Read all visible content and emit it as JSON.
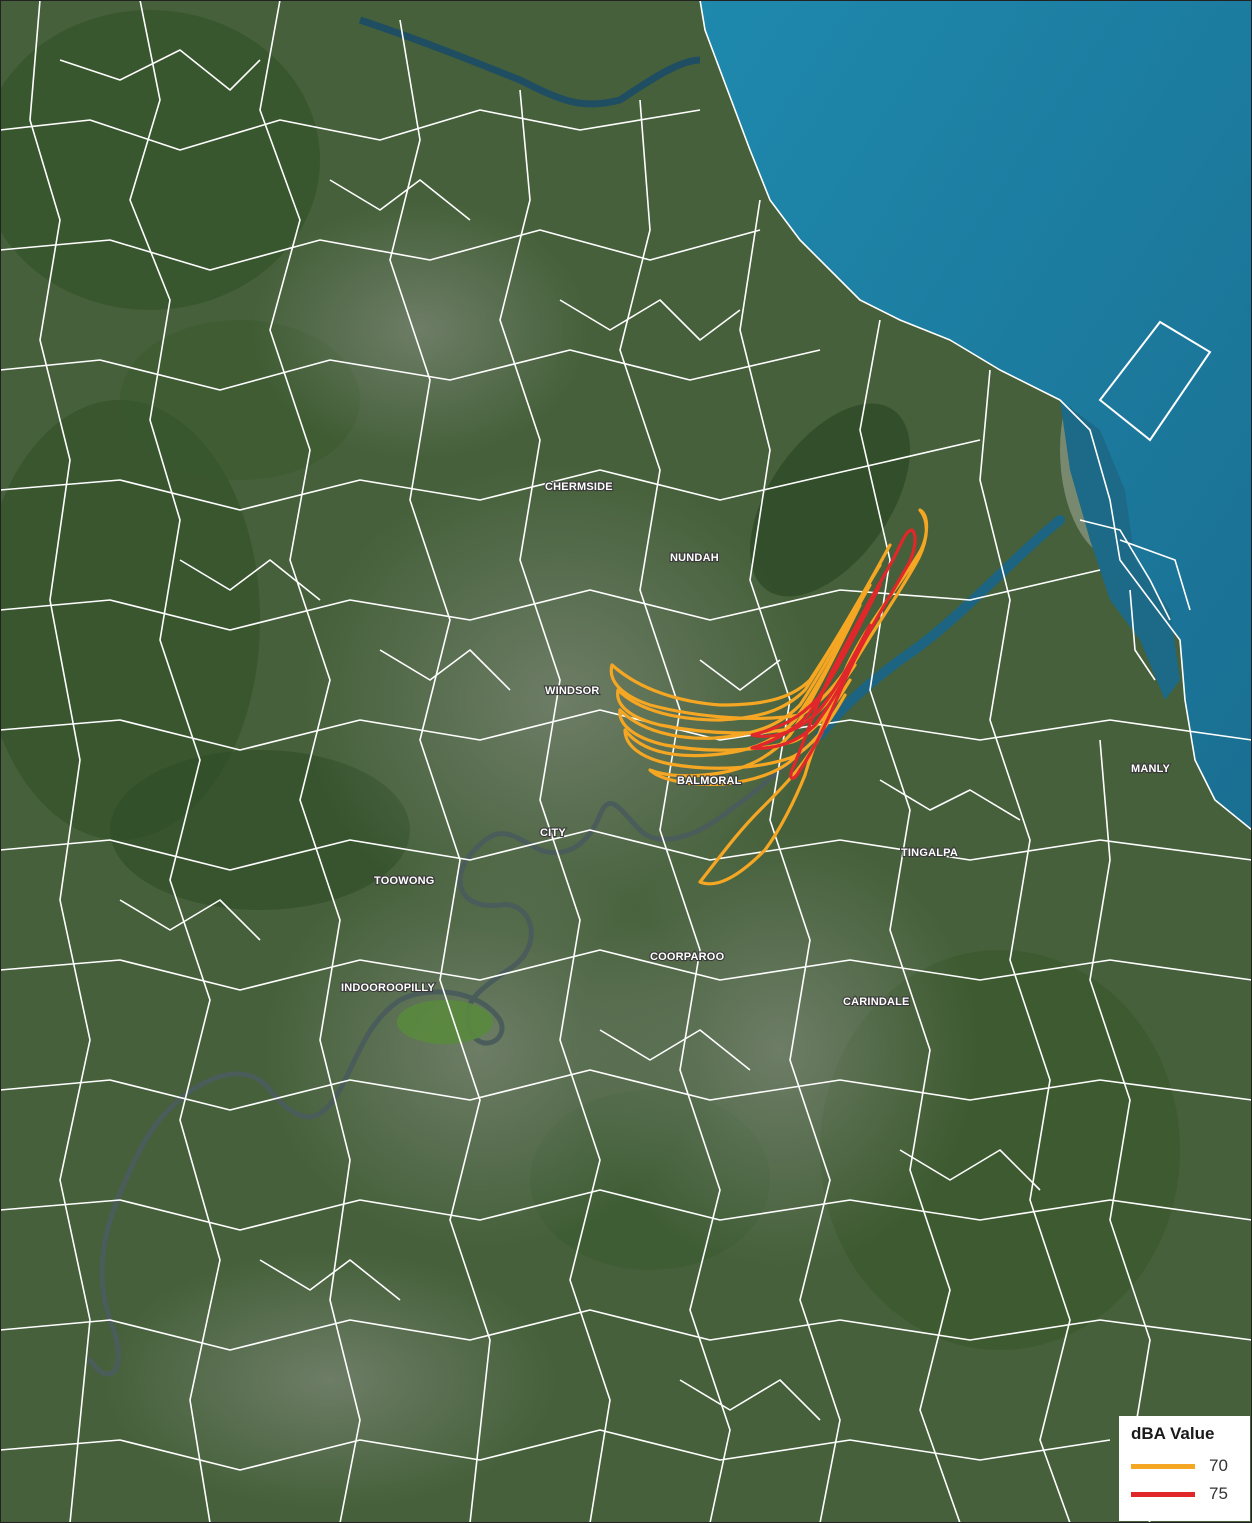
{
  "map": {
    "suburbs": [
      {
        "id": "chermside",
        "label": "CHERMSIDE"
      },
      {
        "id": "nundah",
        "label": "NUNDAH"
      },
      {
        "id": "windsor",
        "label": "WINDSOR"
      },
      {
        "id": "balmoral",
        "label": "BALMORAL"
      },
      {
        "id": "city",
        "label": "CITY"
      },
      {
        "id": "toowong",
        "label": "TOOWONG"
      },
      {
        "id": "tingalpa",
        "label": "TINGALPA"
      },
      {
        "id": "manly",
        "label": "MANLY"
      },
      {
        "id": "coorparoo",
        "label": "COORPAROO"
      },
      {
        "id": "carindale",
        "label": "CARINDALE"
      },
      {
        "id": "indooroopilly",
        "label": "INDOOROOPILLY"
      }
    ],
    "colors": {
      "land": "#3f5a34",
      "water": "#1f86a8",
      "boundary": "#ffffff",
      "contour_70": "#f5a623",
      "contour_75": "#e0272a"
    }
  },
  "legend": {
    "title": "dBA Value",
    "items": [
      {
        "value": "70",
        "color": "#f5a623"
      },
      {
        "value": "75",
        "color": "#e0272a"
      }
    ]
  }
}
